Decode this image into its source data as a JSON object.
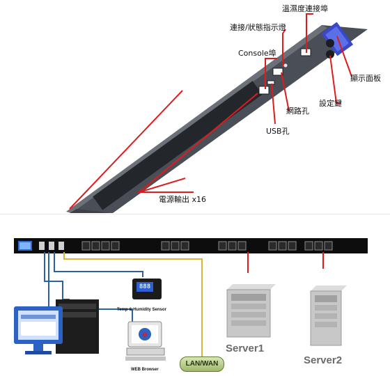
{
  "top_figure": {
    "labels": {
      "temp_humidity_port": "溫濕度連接埠",
      "connection_status_light": "連接/狀態指示燈",
      "console_port": "Console埠",
      "display_panel": "顯示面板",
      "setup_key": "設定鍵",
      "network_port": "網路孔",
      "usb_port": "USB孔",
      "power_outputs": "電源輸出 x16"
    }
  },
  "bottom_figure": {
    "labels": {
      "temp_humidity_sensor": "Temp & Humidity Sensor",
      "web_browser": "WEB Browser",
      "lan_wan": "LAN/WAN",
      "server1": "Server1",
      "server2": "Server2",
      "sensor_display": "888"
    }
  },
  "colors": {
    "callout": "#e01b1b",
    "pdu_body": "#4a4f57",
    "cable_blue": "#2b5fa6",
    "cable_yellow": "#d9b43b",
    "server_red_line": "#e01b1b"
  }
}
